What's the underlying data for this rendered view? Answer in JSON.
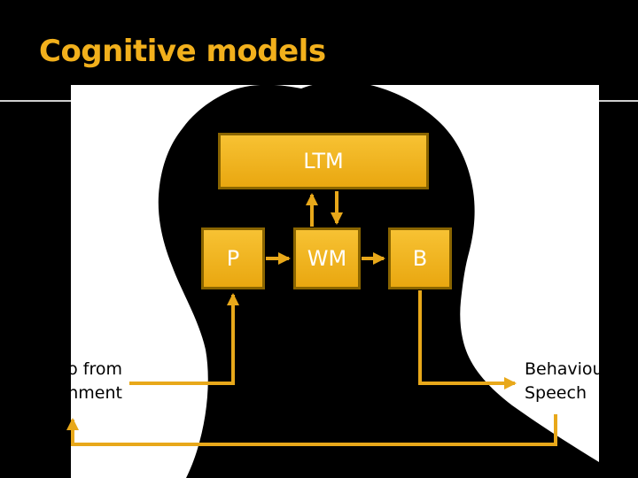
{
  "slide": {
    "title": "Cognitive models"
  },
  "diagram": {
    "boxes": {
      "ltm": "LTM",
      "p": "P",
      "wm": "WM",
      "b": "B"
    },
    "input_label": [
      "Info from",
      "environment"
    ],
    "output_label": [
      "Behaviour",
      "Speech"
    ]
  },
  "colors": {
    "accent": "#f2b01c",
    "box_fill": "#f0b520",
    "box_border": "#8a6500",
    "arrow": "#e8a81a",
    "background": "#000000"
  }
}
